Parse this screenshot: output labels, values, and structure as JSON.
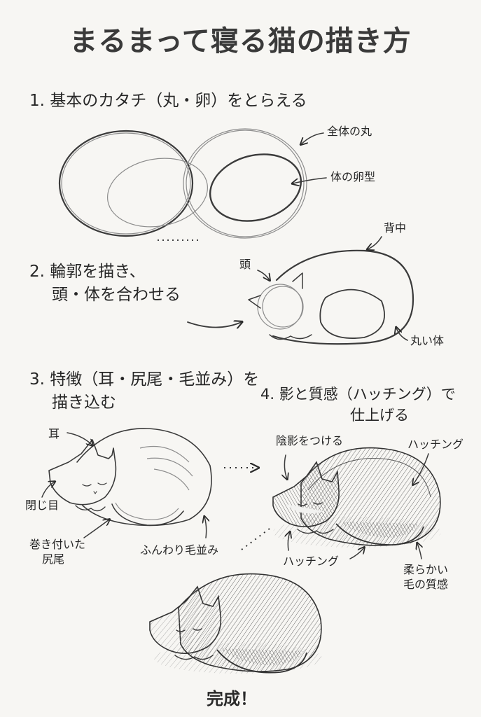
{
  "title": "まるまって寝る猫の描き方",
  "steps": [
    {
      "text_lines": [
        "1. 基本のカタチ（丸・卵）をとらえる"
      ]
    },
    {
      "text_lines": [
        "2. 輪郭を描き、",
        "頭・体を合わせる"
      ]
    },
    {
      "text_lines": [
        "3. 特徴（耳・尻尾・毛並み）を",
        "描き込む"
      ]
    },
    {
      "text_lines": [
        "4. 影と質感（ハッチング）で",
        "仕上げる"
      ]
    }
  ],
  "labels": {
    "step1": {
      "circle": "全体の丸",
      "egg": "体の卵型"
    },
    "step2": {
      "back": "背中",
      "head": "頭",
      "body": "丸い体"
    },
    "step3": {
      "ear": "耳",
      "closed_eyes": "閉じ目",
      "tail_lines": [
        "巻き付いた",
        "尻尾"
      ],
      "fur": "ふんわり毛並み"
    },
    "step4": {
      "shadow": "陰影をつける",
      "hatching_top": "ハッチング",
      "hatching_bottom": "ハッチング",
      "texture_lines": [
        "柔らかい",
        "毛の質感"
      ]
    }
  },
  "final_label": "完成！",
  "icons": [
    "arrow-icon",
    "cat-sketch",
    "dotted-arrow-icon"
  ]
}
